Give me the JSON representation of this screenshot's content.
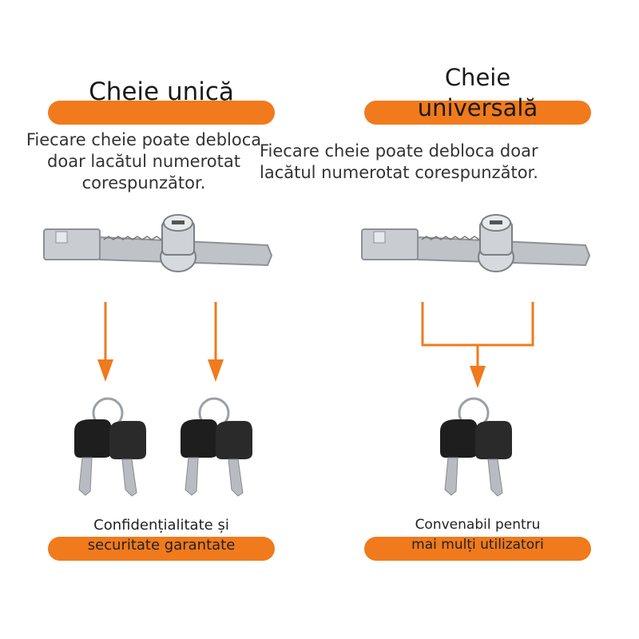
{
  "left": {
    "title": "Cheie unică",
    "description": "Fiecare cheie poate debloca doar lacătul numerotat corespunzător.",
    "footer_line1": "Confidențialitate și",
    "footer_line2": "securitate garantate"
  },
  "right": {
    "title_line1": "Cheie",
    "title_line2": "universală",
    "description": "Fiecare cheie poate debloca doar lacătul numerotat corespunzător.",
    "footer_line1": "Convenabil pentru",
    "footer_line2": "mai mulți utilizatori"
  },
  "colors": {
    "accent": "#f07a1c",
    "key_head": "#1e1e1e",
    "metal": "#b8bcc2"
  },
  "icons": [
    "lock-icon",
    "arrow-down-icon",
    "key-pair-icon"
  ]
}
